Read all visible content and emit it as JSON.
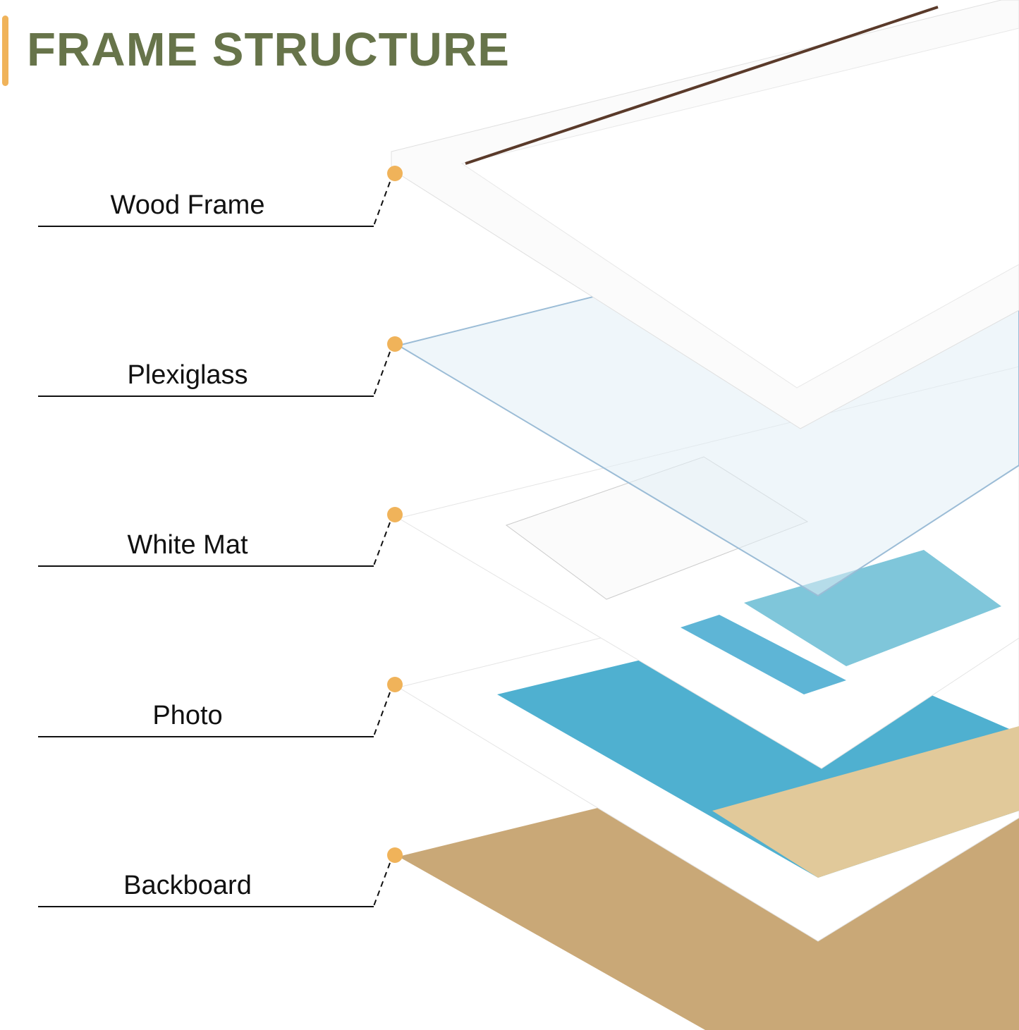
{
  "title": "FRAME STRUCTURE",
  "colors": {
    "title": "#67744a",
    "accent": "#f0b35a",
    "backboard": "#c9a877",
    "sky": "#4fb0d0"
  },
  "layers": [
    {
      "label": "Wood Frame"
    },
    {
      "label": "Plexiglass"
    },
    {
      "label": "White Mat"
    },
    {
      "label": "Photo"
    },
    {
      "label": "Backboard"
    }
  ]
}
